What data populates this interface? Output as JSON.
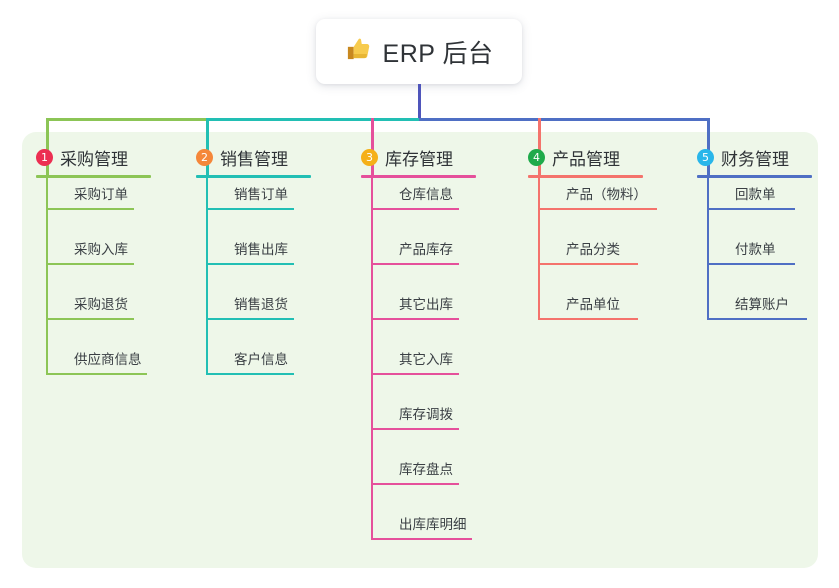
{
  "title": {
    "icon": "thumbs-up-icon",
    "text": "ERP 后台"
  },
  "colors": {
    "panel_bg": "#eef7e9",
    "card_bg": "#ffffff",
    "stem": "#4f55bb",
    "bus_right": "#4f6fc4"
  },
  "columns": [
    {
      "number": "1",
      "title": "采购管理",
      "badge_color": "#ec2f52",
      "line_color": "#8cc556",
      "items": [
        {
          "label": "采购订单",
          "rule_width": 88
        },
        {
          "label": "采购入库",
          "rule_width": 88
        },
        {
          "label": "采购退货",
          "rule_width": 88
        },
        {
          "label": "供应商信息",
          "rule_width": 101
        }
      ]
    },
    {
      "number": "2",
      "title": "销售管理",
      "badge_color": "#f5873a",
      "line_color": "#22bfb4",
      "items": [
        {
          "label": "销售订单",
          "rule_width": 88
        },
        {
          "label": "销售出库",
          "rule_width": 88
        },
        {
          "label": "销售退货",
          "rule_width": 88
        },
        {
          "label": "客户信息",
          "rule_width": 88
        }
      ]
    },
    {
      "number": "3",
      "title": "库存管理",
      "badge_color": "#f5b018",
      "line_color": "#e5509b",
      "items": [
        {
          "label": "仓库信息",
          "rule_width": 88
        },
        {
          "label": "产品库存",
          "rule_width": 88
        },
        {
          "label": "其它出库",
          "rule_width": 88
        },
        {
          "label": "其它入库",
          "rule_width": 88
        },
        {
          "label": "库存调拨",
          "rule_width": 88
        },
        {
          "label": "库存盘点",
          "rule_width": 88
        },
        {
          "label": "出库库明细",
          "rule_width": 101
        }
      ]
    },
    {
      "number": "4",
      "title": "产品管理",
      "badge_color": "#1faa4b",
      "line_color": "#f4736c",
      "items": [
        {
          "label": "产品（物料）",
          "rule_width": 119
        },
        {
          "label": "产品分类",
          "rule_width": 100
        },
        {
          "label": "产品单位",
          "rule_width": 100
        }
      ]
    },
    {
      "number": "5",
      "title": "财务管理",
      "badge_color": "#29b6ea",
      "line_color": "#4f6fc4",
      "items": [
        {
          "label": "回款单",
          "rule_width": 88
        },
        {
          "label": "付款单",
          "rule_width": 88
        },
        {
          "label": "结算账户",
          "rule_width": 100
        }
      ]
    }
  ]
}
